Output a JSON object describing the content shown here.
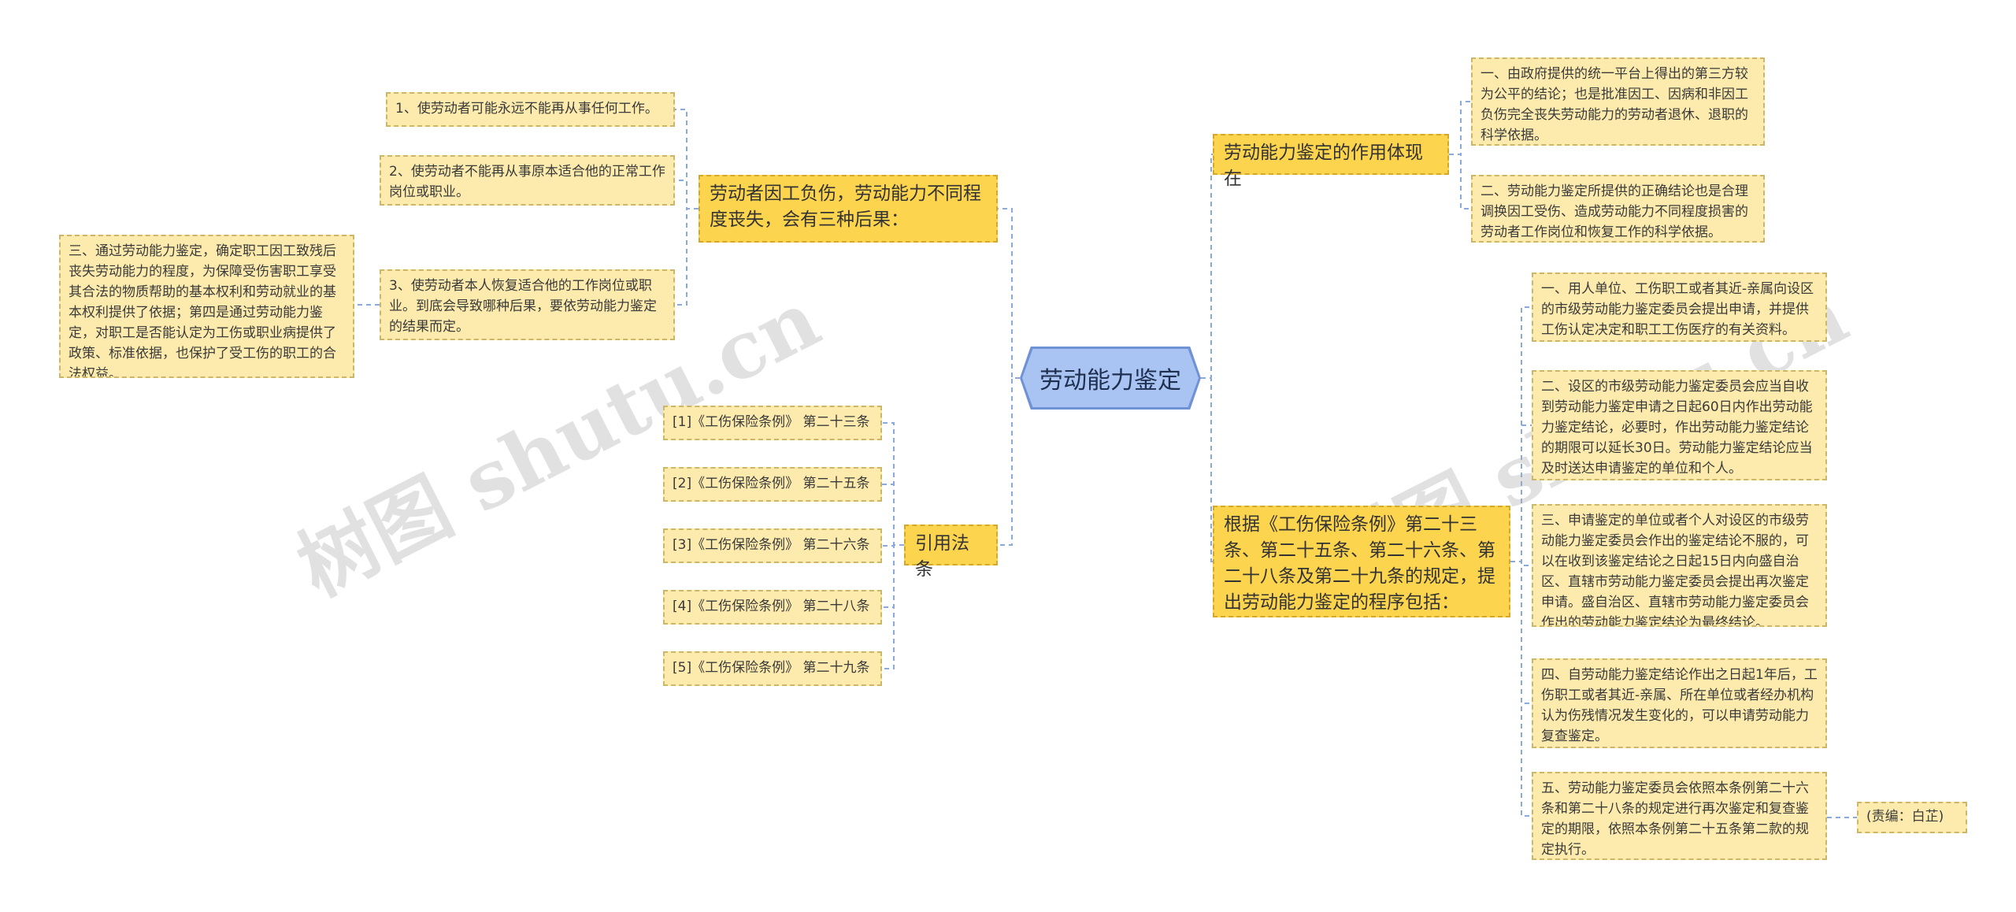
{
  "center": {
    "label": "劳动能力鉴定"
  },
  "left": {
    "consequences": {
      "label": "劳动者因工负伤，劳动能力不同程度丧失，会有三种后果：",
      "items": [
        "1、使劳动者可能永远不能再从事任何工作。",
        "2、使劳动者不能再从事原本适合他的正常工作岗位或职业。",
        "3、使劳动者本人恢复适合他的工作岗位或职业。到底会导致哪种后果，要依劳动能力鉴定的结果而定。"
      ],
      "detail": "三、通过劳动能力鉴定，确定职工因工致残后丧失劳动能力的程度，为保障受伤害职工享受其合法的物质帮助的基本权利和劳动就业的基本权利提供了依据；第四是通过劳动能力鉴定，对职工是否能认定为工伤或职业病提供了政策、标准依据，也保护了受工伤的职工的合法权益。"
    },
    "laws": {
      "label": "引用法条",
      "items": [
        "[1]《工伤保险条例》 第二十三条",
        "[2]《工伤保险条例》 第二十五条",
        "[3]《工伤保险条例》 第二十六条",
        "[4]《工伤保险条例》 第二十八条",
        "[5]《工伤保险条例》 第二十九条"
      ]
    }
  },
  "right": {
    "function": {
      "label": "劳动能力鉴定的作用体现在",
      "items": [
        "一、由政府提供的统一平台上得出的第三方较为公平的结论；也是批准因工、因病和非因工负伤完全丧失劳动能力的劳动者退休、退职的科学依据。",
        "二、劳动能力鉴定所提供的正确结论也是合理调换因工受伤、造成劳动能力不同程度损害的劳动者工作岗位和恢复工作的科学依据。"
      ]
    },
    "procedure": {
      "label": "根据《工伤保险条例》第二十三条、第二十五条、第二十六条、第二十八条及第二十九条的规定，提出劳动能力鉴定的程序包括：",
      "items": [
        "一、用人单位、工伤职工或者其近-亲属向设区的市级劳动能力鉴定委员会提出申请，并提供工伤认定决定和职工工伤医疗的有关资料。",
        "二、设区的市级劳动能力鉴定委员会应当自收到劳动能力鉴定申请之日起60日内作出劳动能力鉴定结论，必要时，作出劳动能力鉴定结论的期限可以延长30日。劳动能力鉴定结论应当及时送达申请鉴定的单位和个人。",
        "三、申请鉴定的单位或者个人对设区的市级劳动能力鉴定委员会作出的鉴定结论不服的，可以在收到该鉴定结论之日起15日内向盛自治区、直辖市劳动能力鉴定委员会提出再次鉴定申请。盛自治区、直辖市劳动能力鉴定委员会作出的劳动能力鉴定结论为最终结论。",
        "四、自劳动能力鉴定结论作出之日起1年后，工伤职工或者其近-亲属、所在单位或者经办机构认为伤残情况发生变化的，可以申请劳动能力复查鉴定。",
        "五、劳动能力鉴定委员会依照本条例第二十六条和第二十八条的规定进行再次鉴定和复查鉴定的期限，依照本条例第二十五条第二款的规定执行。"
      ],
      "editor": "(责编：白芷)"
    }
  },
  "watermark": "树图 shutu.cn",
  "colors": {
    "line": "#8aa9df",
    "branch": "#fdd44e",
    "leaf": "#fdebad",
    "center": "#a9c4f3"
  }
}
